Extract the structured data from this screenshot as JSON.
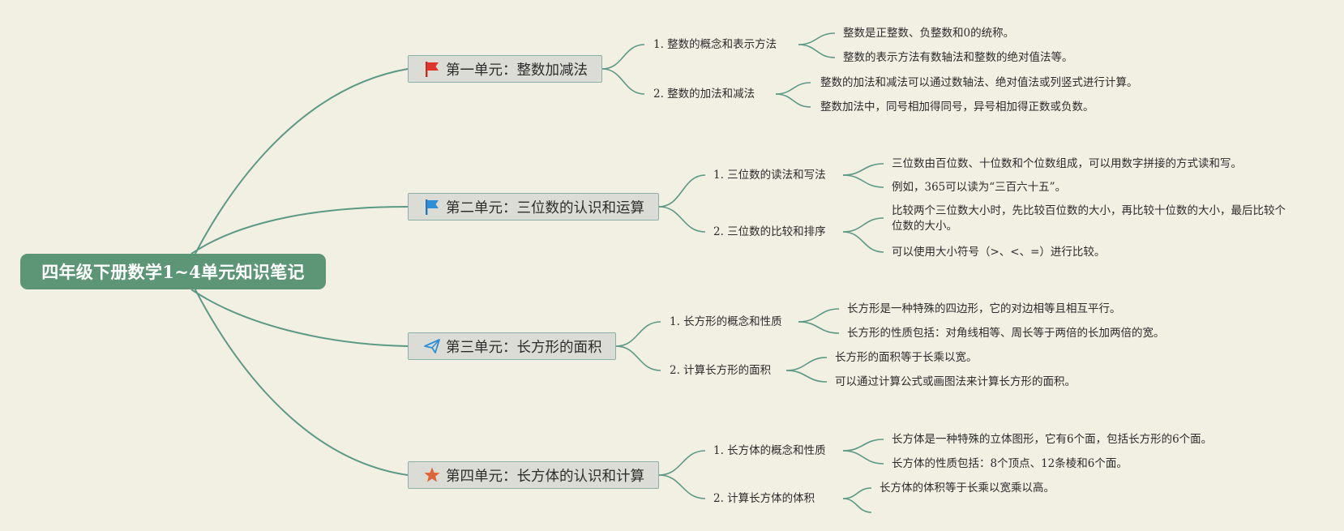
{
  "root": "四年级下册数学1~4单元知识笔记",
  "units": [
    {
      "title": "第一单元：整数加减法",
      "icon": "red-flag-icon",
      "color": "#e0352b",
      "topics": [
        {
          "label": "1. 整数的概念和表示方法",
          "points": [
            "整数是正整数、负整数和0的统称。",
            "整数的表示方法有数轴法和整数的绝对值法等。"
          ]
        },
        {
          "label": "2. 整数的加法和减法",
          "points": [
            "整数的加法和减法可以通过数轴法、绝对值法或列竖式进行计算。",
            "整数加法中，同号相加得同号，异号相加得正数或负数。"
          ]
        }
      ]
    },
    {
      "title": "第二单元：三位数的认识和运算",
      "icon": "blue-flag-icon",
      "color": "#2f8fd6",
      "topics": [
        {
          "label": "1. 三位数的读法和写法",
          "points": [
            "三位数由百位数、十位数和个位数组成，可以用数字拼接的方式读和写。",
            "例如，365可以读为“三百六十五”。"
          ]
        },
        {
          "label": "2. 三位数的比较和排序",
          "points": [
            "比较两个三位数大小时，先比较百位数的大小，再比较十位数的大小，最后比较个位数的大小。",
            "可以使用大小符号（>、<、=）进行比较。"
          ]
        }
      ]
    },
    {
      "title": "第三单元：长方形的面积",
      "icon": "paper-plane-icon",
      "color": "#2f8fd6",
      "topics": [
        {
          "label": "1. 长方形的概念和性质",
          "points": [
            "长方形是一种特殊的四边形，它的对边相等且相互平行。",
            "长方形的性质包括：对角线相等、周长等于两倍的长加两倍的宽。"
          ]
        },
        {
          "label": "2. 计算长方形的面积",
          "points": [
            "长方形的面积等于长乘以宽。",
            "可以通过计算公式或画图法来计算长方形的面积。"
          ]
        }
      ]
    },
    {
      "title": "第四单元：长方体的认识和计算",
      "icon": "star-icon",
      "color": "#e0643b",
      "topics": [
        {
          "label": "1. 长方体的概念和性质",
          "points": [
            "长方体是一种特殊的立体图形，它有6个面，包括长方形的6个面。",
            "长方体的性质包括：8个顶点、12条棱和6个面。"
          ]
        },
        {
          "label": "2. 计算长方体的体积",
          "points": [
            "长方体的体积等于长乘以宽乘以高。",
            ""
          ]
        }
      ]
    }
  ]
}
